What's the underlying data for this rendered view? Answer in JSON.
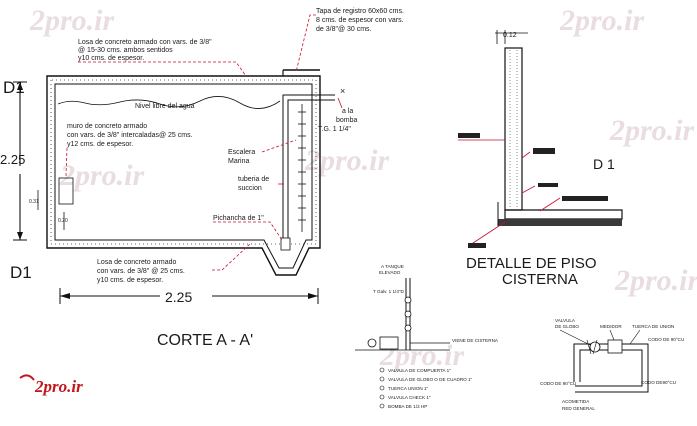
{
  "watermark": {
    "text": "2pro.ir",
    "color": "#e8dadd"
  },
  "logo": {
    "text": "2pro.ir",
    "color": "#c2161c"
  },
  "section": {
    "title": "CORTE A - A'",
    "label_d1": "D1",
    "dim_height": "2.25",
    "dim_width": "2.25",
    "dim_small_1": "0.31",
    "dim_small_2": "0.20",
    "notes": {
      "top_slab": [
        "Losa de concreto armado con vars. de 3/8\"",
        "@ 15-30 cms. ambos sentidos",
        "y10 cms. de espesor."
      ],
      "hatch": [
        "Tapa de registro 60x60 cms.",
        "8 cms. de espesor con vars.",
        "de 3/8\"@ 30 cms."
      ],
      "water_level": "Nivel libre del agua",
      "wall": [
        "muro de concreto armado",
        "con vars. de 3/8\" intercaladas@ 25 cms.",
        "y12 cms. de espesor."
      ],
      "pump": [
        "a la",
        "bomba",
        "T.G. 1 1/4\""
      ],
      "ladder": [
        "Escalera",
        "Marina"
      ],
      "suction": [
        "tuberia de",
        "succion"
      ],
      "valve": "Pichancha de 1\"",
      "bottom_slab": [
        "Losa de concreto armado",
        "con vars. de 3/8\" @ 25 cms.",
        "y10 cms. de espesor."
      ]
    }
  },
  "detail": {
    "title_line1": "DETALLE DE PISO",
    "title_line2": "CISTERNA",
    "label": "D 1",
    "dim_top": "0.12"
  },
  "plumbing": {
    "tank_label": [
      "A TANQUE",
      "ELEVADO"
    ],
    "pipe_label": "T Galv. 1 1/4\"D",
    "cistern_label": "VIENE DE CISTERNA",
    "legend": [
      "VALVULA DE COMPUERTA 1\"",
      "VALVULA DE GLOBO O DE CUADRO 1\"",
      "TUERCA UNION 1\"",
      "VALVULA CHECK 1\"",
      "BOMBA DE 1/2 HP"
    ]
  },
  "meter": {
    "labels": {
      "valve": [
        "VALVULA",
        "DE GLOBO"
      ],
      "meter": "MEDIDOR",
      "union": "TUERCA DE UNION",
      "elbow_90_right": "CODO DE 90°CU",
      "elbow_90_left": "CODO DE 90°CU",
      "elbow_90_bottom": "CODO DE90°CU",
      "network": [
        "ACOMETIDA",
        "RED GENERAL"
      ]
    }
  }
}
